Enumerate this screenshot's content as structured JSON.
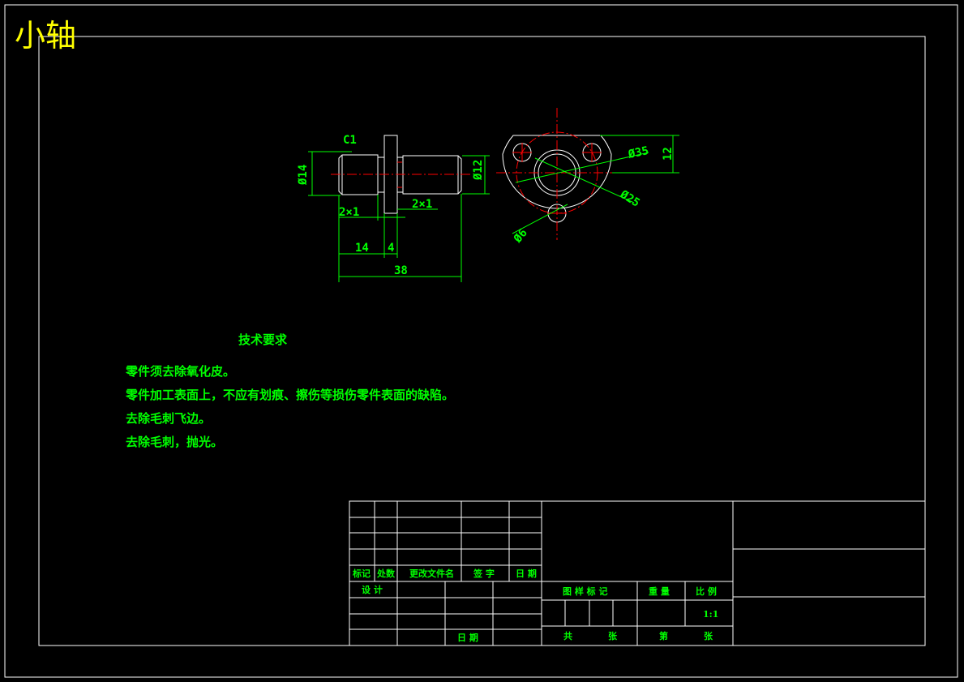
{
  "drawing_title": "小轴",
  "dimensions": {
    "chamfer": "C1",
    "dia_14": "Ø14",
    "dia_12": "Ø12",
    "groove_left": "2×1",
    "groove_right": "2×1",
    "len_14": "14",
    "len_4": "4",
    "len_38": "38",
    "dia_35": "Ø35",
    "dia_25": "Ø25",
    "dia_6": "Ø6",
    "dim_12_right": "12"
  },
  "tech_requirements": {
    "heading": "技术要求",
    "items": [
      "零件须去除氧化皮。",
      "零件加工表面上，不应有划痕、擦伤等损伤零件表面的缺陷。",
      "去除毛刺飞边。",
      "去除毛刺，抛光。"
    ]
  },
  "title_block": {
    "mark": "标记",
    "count": "处数",
    "change_doc": "更改文件名",
    "signature": "签  字",
    "date_hdr": "日 期",
    "design": "设  计",
    "date": "日 期",
    "drawing_mark": "图 样 标 记",
    "weight": "重 量",
    "scale_label": "比 例",
    "scale_value": "1:1",
    "total": "共",
    "sheets1": "张",
    "page": "第",
    "sheets2": "张"
  },
  "colors": {
    "background": "#000000",
    "frame": "#ffffff",
    "dimension": "#00ff00",
    "centerline": "#ff0000",
    "title": "#ffff00"
  }
}
